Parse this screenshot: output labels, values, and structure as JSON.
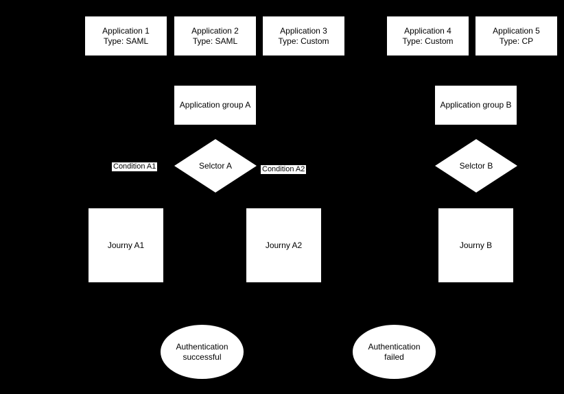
{
  "colors": {
    "background": "#000000",
    "node_fill": "#ffffff",
    "node_text": "#000000"
  },
  "applications": [
    {
      "name": "Application 1",
      "type": "Type: SAML"
    },
    {
      "name": "Application 2",
      "type": "Type: SAML"
    },
    {
      "name": "Application 3",
      "type": "Type: Custom"
    },
    {
      "name": "Application 4",
      "type": "Type: Custom"
    },
    {
      "name": "Application 5",
      "type": "Type: CP"
    }
  ],
  "groups": [
    {
      "label": "Application group A"
    },
    {
      "label": "Application group B"
    }
  ],
  "selectors": [
    {
      "label": "Selctor A"
    },
    {
      "label": "Selctor B"
    }
  ],
  "condition_labels": [
    {
      "label": "Condition A1"
    },
    {
      "label": "Condition A2"
    }
  ],
  "journeys": [
    {
      "label": "Journy A1"
    },
    {
      "label": "Journy A2"
    },
    {
      "label": "Journy B"
    }
  ],
  "outcomes": [
    {
      "line1": "Authentication",
      "line2": "successful"
    },
    {
      "line1": "Authentication",
      "line2": "failed"
    }
  ]
}
